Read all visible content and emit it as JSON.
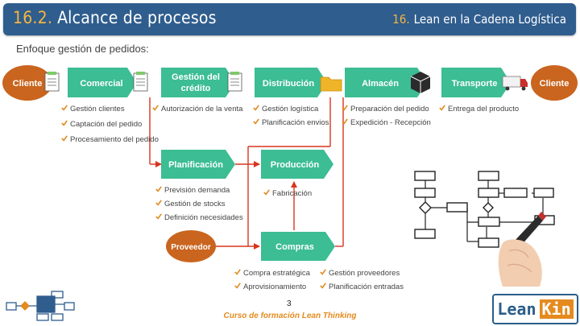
{
  "header": {
    "title_num": "16.2.",
    "title": "Alcance de procesos",
    "right_num": "16.",
    "right": "Lean en la Cadena Logística"
  },
  "subtitle": "Enfoque gestión de pedidos:",
  "nodes": {
    "cliente_left": "Cliente",
    "cliente_right": "Cliente",
    "comercial": "Comercial",
    "gestion_credito_1": "Gestión del",
    "gestion_credito_2": "crédito",
    "distribucion": "Distribución",
    "almacen": "Almacén",
    "transporte": "Transporte",
    "planificacion": "Planificación",
    "produccion": "Producción",
    "compras": "Compras",
    "proveedor": "Proveedor"
  },
  "checklists": {
    "comercial": [
      "Gestión clientes",
      "Captación del pedido",
      "Procesamiento del pedido"
    ],
    "credito": [
      "Autorización de la venta"
    ],
    "distribucion": [
      "Gestión logística",
      "Planificación envios"
    ],
    "almacen": [
      "Preparación del pedido",
      "Expedición - Recepción"
    ],
    "transporte": [
      "Entrega del producto"
    ],
    "planificacion": [
      "Previsión demanda",
      "Gestión de stocks",
      "Definición necesidades"
    ],
    "produccion": [
      "Fabricación"
    ],
    "compras_left": [
      "Compra estratégica",
      "Aprovisionamiento"
    ],
    "compras_right": [
      "Gestión proveedores",
      "Planificación entradas"
    ]
  },
  "page_number": "3",
  "footer": "Curso de formación Lean Thinking",
  "logo": {
    "part1": "Lean",
    "part2": "Kin"
  },
  "colors": {
    "header": "#2f5d8e",
    "accent": "#f5b53d",
    "process": "#3cbd93",
    "client": "#c9651f",
    "arrow": "#d8351f",
    "check": "#e08a1e",
    "footer": "#e58a1e"
  },
  "icons": [
    "document-icon",
    "folder-icon",
    "box-icon",
    "truck-icon",
    "checkmark-icon",
    "flowchart-illustration",
    "hand-marker-illustration"
  ]
}
